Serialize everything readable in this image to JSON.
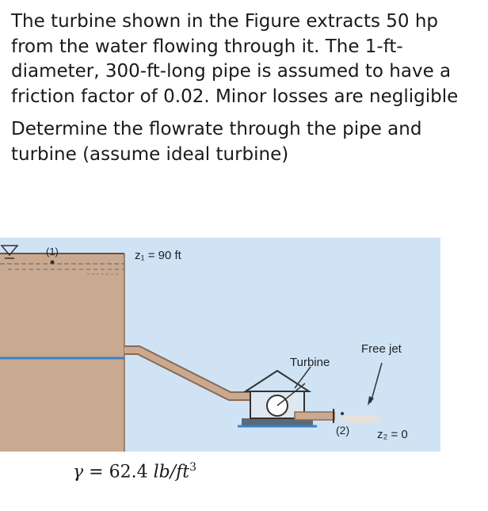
{
  "problem": {
    "paragraph1": "The turbine shown in the Figure extracts 50 hp from the water flowing through it. The 1-ft-diameter, 300-ft-long pipe is assumed to have a friction factor of 0.02. Minor losses are negligible",
    "paragraph2": "Determine the flowrate through the pipe and turbine (assume ideal turbine)"
  },
  "figure": {
    "point1_label": "(1)",
    "z1_label": "z₁ = 90 ft",
    "turbine_label": "Turbine",
    "free_jet_label": "Free jet",
    "point2_label": "(2)",
    "z2_label": "z₂ = 0",
    "colors": {
      "sky": "#cfe3f5",
      "reservoir": "#c9a990",
      "pipe": "#c9a990",
      "water_line": "#3b82c4"
    }
  },
  "gamma": {
    "symbol": "γ",
    "equals": " = 62.4 ",
    "unit": "lb/ft",
    "exponent": "3"
  }
}
